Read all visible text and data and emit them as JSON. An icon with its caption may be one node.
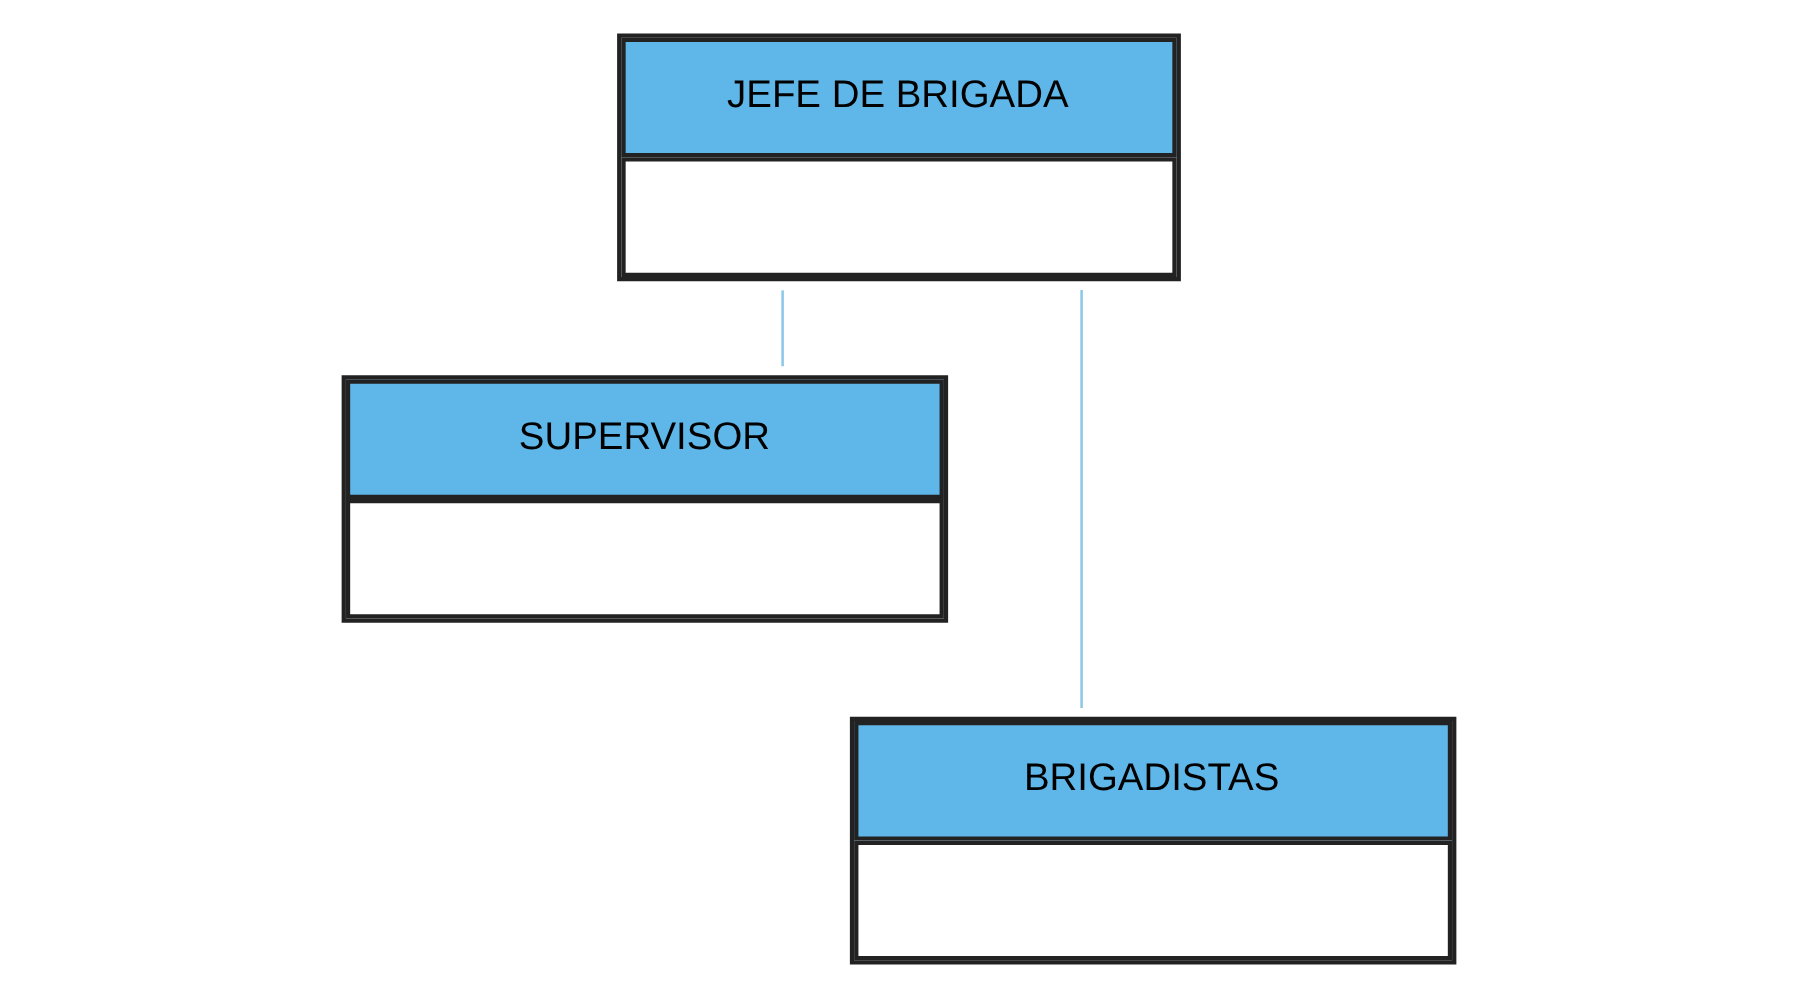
{
  "diagram": {
    "nodes": [
      {
        "text": [
          "JEFE DE BRIGADA"
        ]
      },
      {
        "text": [
          "SUPERVISOR"
        ]
      },
      {
        "text": [
          "BRIGADISTAS"
        ]
      }
    ],
    "edges": [
      {
        "from": 0,
        "to": 1,
        "arrow": "none"
      },
      {
        "from": 0,
        "to": 2,
        "arrow": "none"
      }
    ]
  }
}
